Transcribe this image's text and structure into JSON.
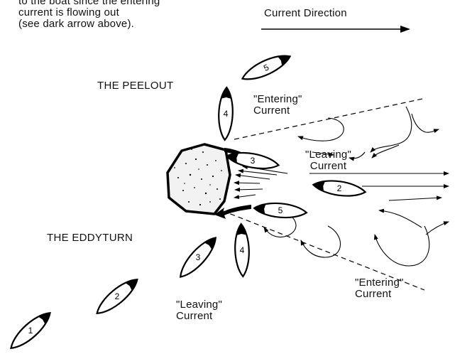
{
  "intro_text": "to the boat since the entering\ncurrent is flowing out\n(see dark arrow above).",
  "current_direction_label": "Current Direction",
  "peelout_label": "THE PEELOUT",
  "eddyturn_label": "THE EDDYTURN",
  "entering_current_top": "\"Entering\"\nCurrent",
  "leaving_current_right": "\"Leaving\"\nCurrent",
  "entering_current_bottom": "\"Entering\"\nCurrent",
  "leaving_current_bottom": "\"Leaving\"\nCurrent",
  "peelout_boats": [
    "3",
    "4",
    "5"
  ],
  "eddyturn_boats": [
    "1",
    "2",
    "3",
    "4",
    "5"
  ],
  "right_boat": "2"
}
